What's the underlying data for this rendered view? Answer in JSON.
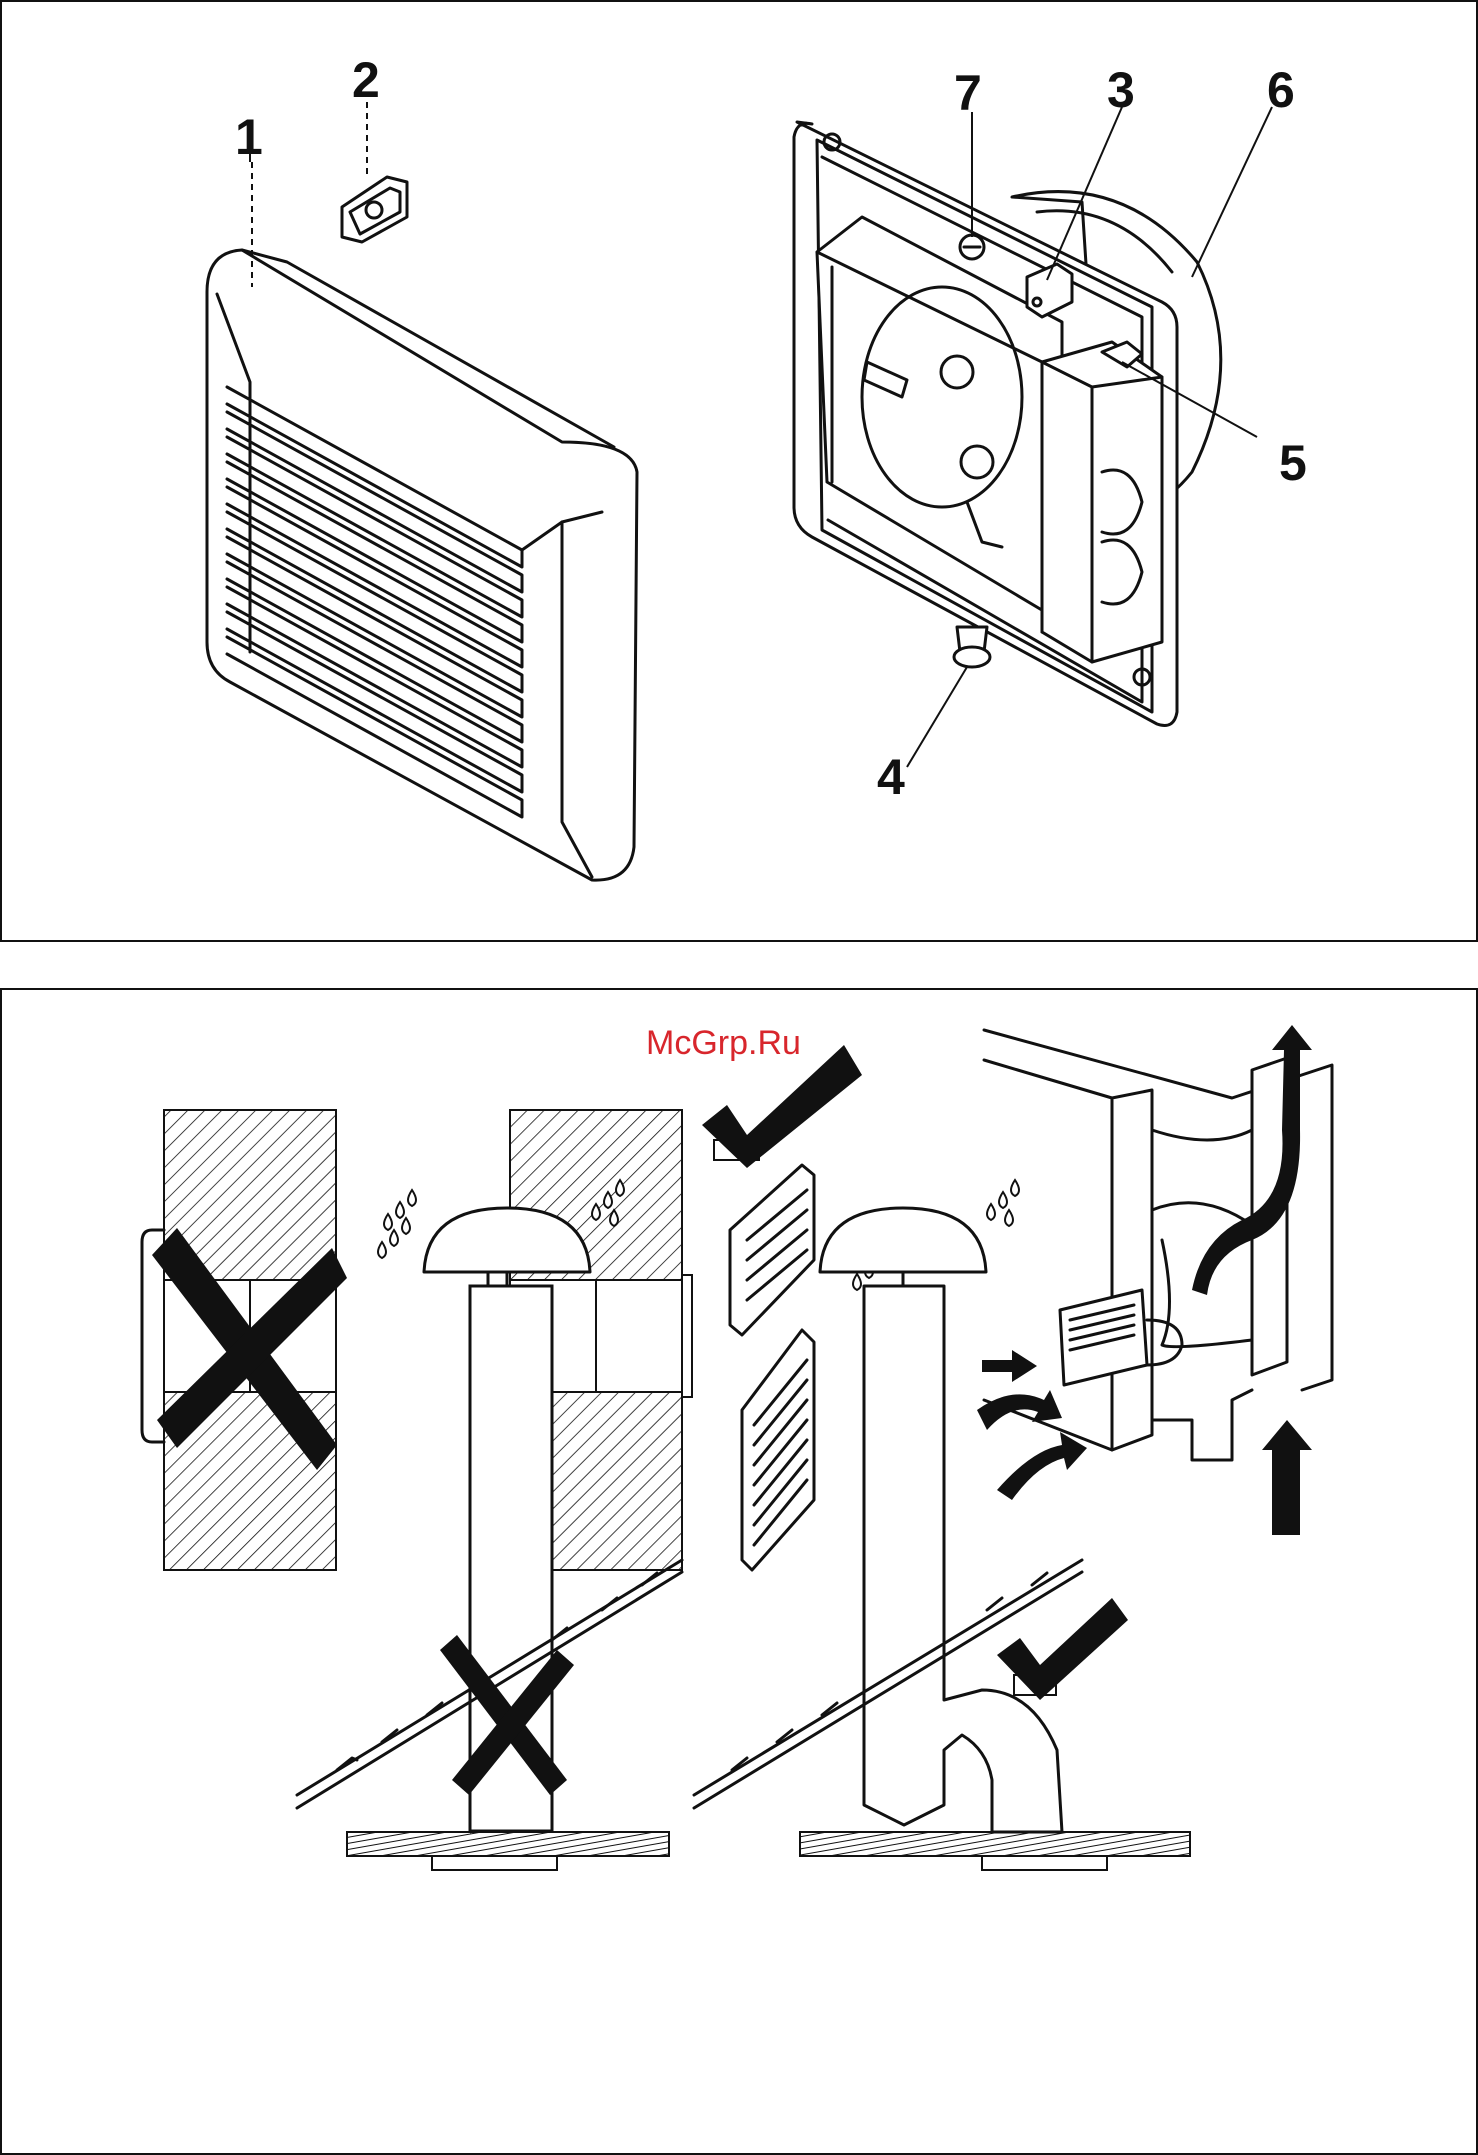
{
  "top_panel": {
    "callouts": {
      "c1": "1",
      "c2": "2",
      "c3": "3",
      "c4": "4",
      "c5": "5",
      "c6": "6",
      "c7": "7"
    }
  },
  "bottom_panel": {
    "watermark": "McGrp.Ru"
  },
  "icons": {
    "wrong": "cross-mark-icon",
    "right": "check-mark-icon",
    "water": "water-drops-icon"
  },
  "colors": {
    "line": "#111111",
    "watermark": "#d8262c",
    "background": "#ffffff"
  }
}
